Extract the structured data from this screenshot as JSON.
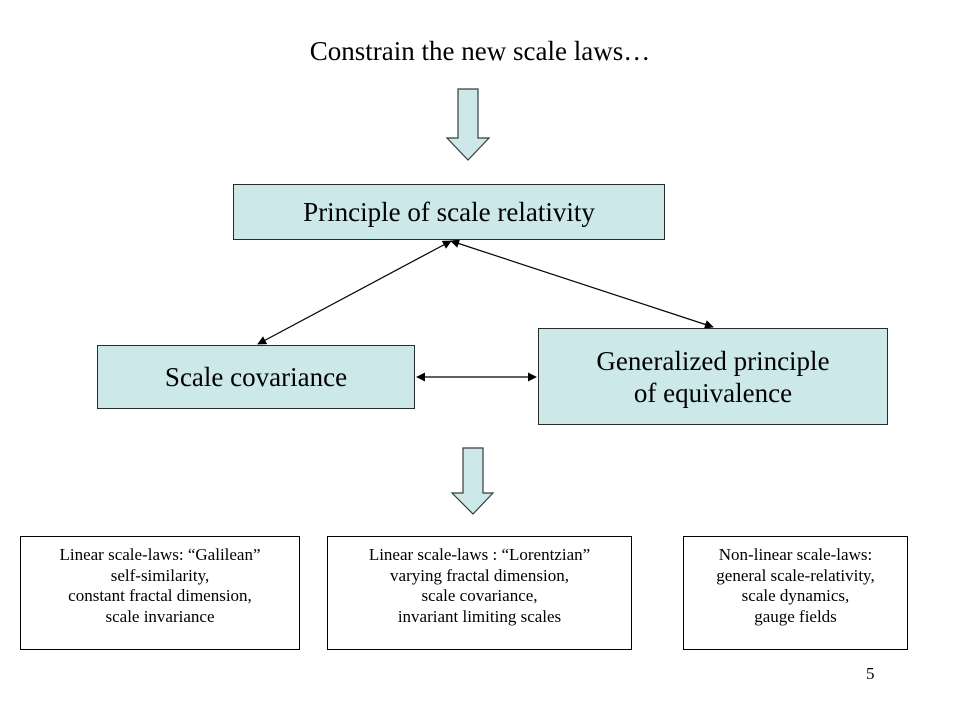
{
  "title": "Constrain the new scale laws…",
  "nodes": {
    "principle": "Principle of scale relativity",
    "covariance": "Scale covariance",
    "equivalence": [
      "Generalized principle",
      "of equivalence"
    ]
  },
  "results": {
    "galilean": [
      "Linear scale-laws:  “Galilean”",
      "self-similarity,",
      "constant fractal dimension,",
      "scale invariance"
    ],
    "lorentzian": [
      "Linear scale-laws : “Lorentzian”",
      "varying fractal dimension,",
      "scale covariance,",
      "invariant limiting scales"
    ],
    "nonlinear": [
      "Non-linear scale-laws:",
      "general scale-relativity,",
      "scale dynamics,",
      "gauge fields"
    ]
  },
  "page_number": "5",
  "colors": {
    "box_fill": "#cce8e8",
    "arrow_fill": "#cce8e8"
  }
}
